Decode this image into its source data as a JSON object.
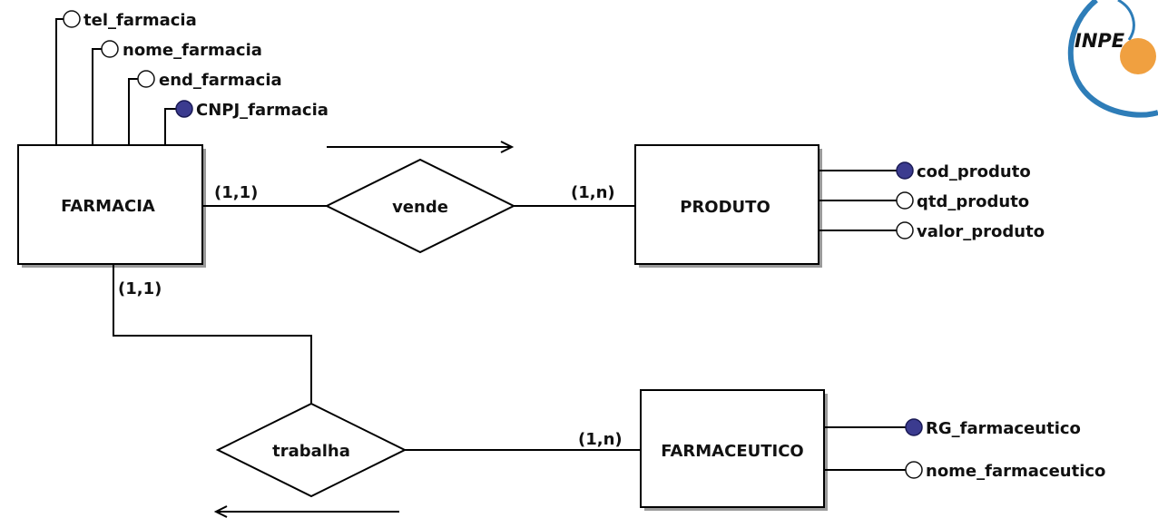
{
  "entities": {
    "farmacia": "FARMACIA",
    "produto": "PRODUTO",
    "farmaceutico": "FARMACEUTICO"
  },
  "relationships": {
    "vende": "vende",
    "trabalha": "trabalha"
  },
  "cardinalities": {
    "farmacia_vende": "(1,1)",
    "produto_vende": "(1,n)",
    "farmacia_trabalha": "(1,1)",
    "farmaceutico_trabalha": "(1,n)"
  },
  "attributes": {
    "farmacia": [
      {
        "label": "tel_farmacia",
        "key": false
      },
      {
        "label": "nome_farmacia",
        "key": false
      },
      {
        "label": "end_farmacia",
        "key": false
      },
      {
        "label": "CNPJ_farmacia",
        "key": true
      }
    ],
    "produto": [
      {
        "label": "cod_produto",
        "key": true
      },
      {
        "label": "qtd_produto",
        "key": false
      },
      {
        "label": "valor_produto",
        "key": false
      }
    ],
    "farmaceutico": [
      {
        "label": "RG_farmaceutico",
        "key": true
      },
      {
        "label": "nome_farmaceutico",
        "key": false
      }
    ]
  },
  "logo": {
    "text": "INPE",
    "ring_color": "#2e7db8",
    "dot_color": "#f0a040"
  }
}
